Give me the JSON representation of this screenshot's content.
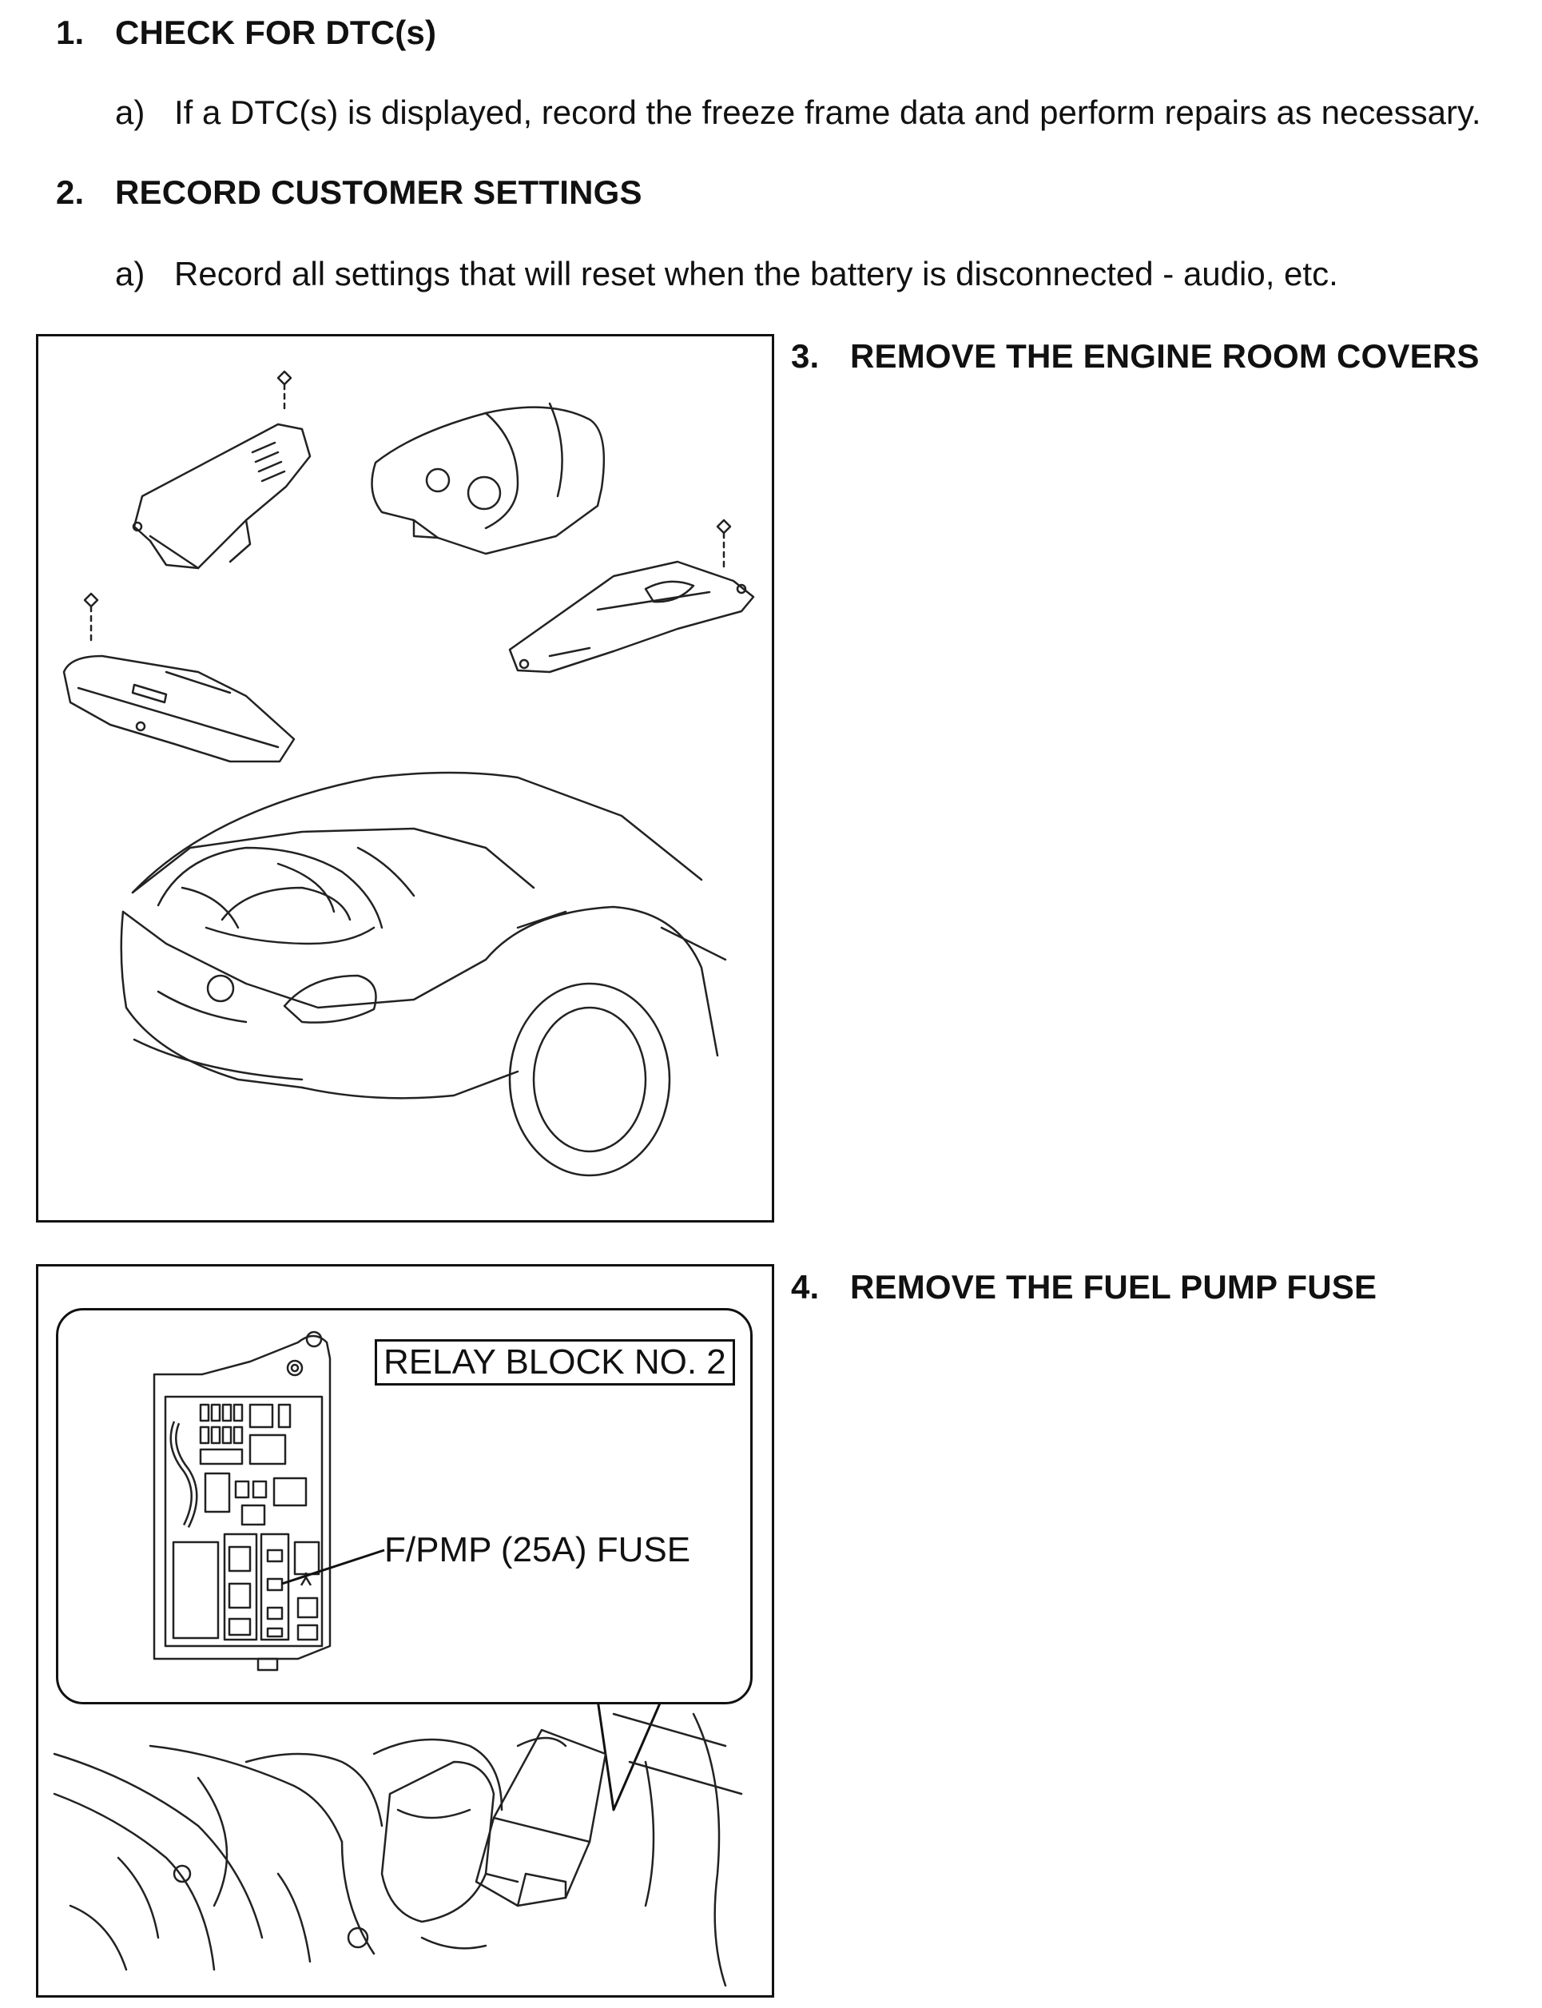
{
  "sections": [
    {
      "number": "1.",
      "title": "CHECK FOR DTC(s)",
      "steps": [
        {
          "marker": "a)",
          "text": "If a DTC(s) is displayed, record the freeze frame data and perform repairs as necessary."
        }
      ]
    },
    {
      "number": "2.",
      "title": "RECORD CUSTOMER SETTINGS",
      "steps": [
        {
          "marker": "a)",
          "text": "Record all settings that will reset when the battery is disconnected - audio, etc."
        }
      ]
    },
    {
      "number": "3.",
      "title": "REMOVE THE ENGINE ROOM COVERS"
    },
    {
      "number": "4.",
      "title": "REMOVE THE FUEL PUMP FUSE"
    }
  ],
  "figure_fuse": {
    "relay_block_label": "RELAY BLOCK NO. 2",
    "fuse_label": "F/PMP (25A) FUSE"
  }
}
